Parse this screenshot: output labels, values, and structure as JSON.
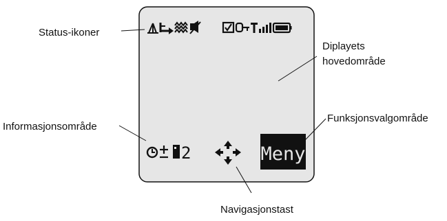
{
  "labels": {
    "status_icons": "Status-ikoner",
    "main_area_line1": "Diplayets",
    "main_area_line2": "hovedområde",
    "info_area": "Informasjonsområde",
    "function_area": "Funksjonsvalgområde",
    "nav_key": "Navigasjonstast"
  },
  "display": {
    "info_text": "2",
    "softkey_label": "Meny"
  },
  "icons": {
    "status_left": [
      "antenna-icon",
      "call-divert-icon",
      "vibrate-icon",
      "ringer-off-icon"
    ],
    "status_right": [
      "message-envelope-icon",
      "key-lock-icon",
      "signal-strength-icon",
      "battery-icon"
    ],
    "info": [
      "clock-icon",
      "plus-minus-icon",
      "phone-line-icon"
    ],
    "navigation": "four-way-arrow-icon"
  },
  "colors": {
    "screen_bg": "#e6e6e6",
    "screen_border": "#111111",
    "softkey_bg": "#111111",
    "softkey_text": "#e6e6e6"
  }
}
